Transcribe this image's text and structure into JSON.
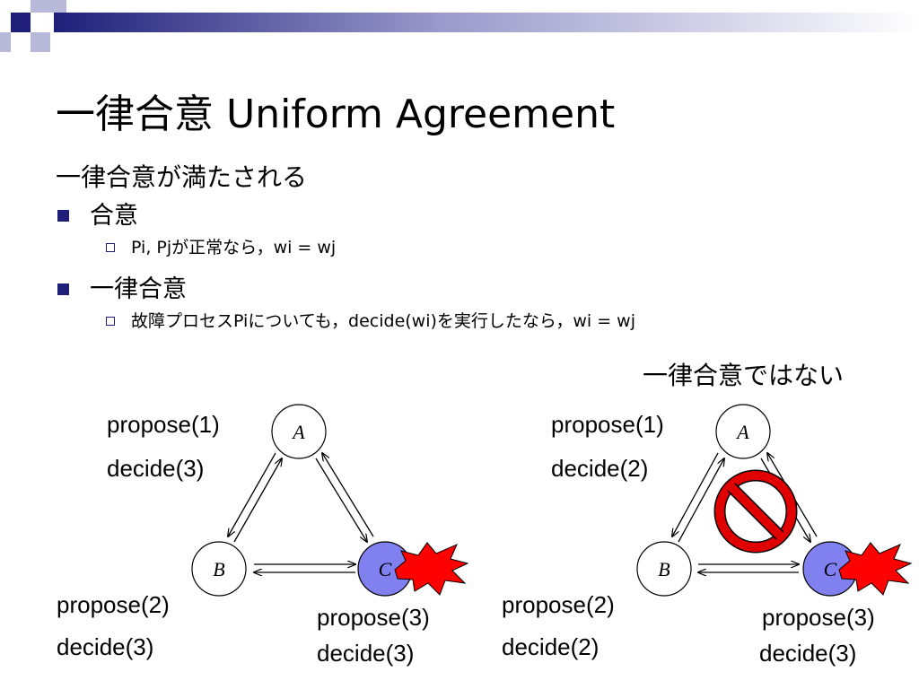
{
  "slide": {
    "title": "一律合意 Uniform Agreement",
    "lead": "一律合意が満たされる",
    "items": [
      {
        "label": "合意",
        "sub": "Pi, Pjが正常なら，wi = wj"
      },
      {
        "label": "一律合意",
        "sub": "故障プロセスPiについても，decide(wi)を実行したなら，wi = wj"
      }
    ]
  },
  "diagrams": {
    "left": {
      "nodes": {
        "a": "A",
        "b": "B",
        "c": "C"
      },
      "a_propose": "propose(1)",
      "a_decide": "decide(3)",
      "b_propose": "propose(2)",
      "b_decide": "decide(3)",
      "c_propose": "propose(3)",
      "c_decide": "decide(3)"
    },
    "right": {
      "caption": "一律合意ではない",
      "nodes": {
        "a": "A",
        "b": "B",
        "c": "C"
      },
      "a_propose": "propose(1)",
      "a_decide": "decide(2)",
      "b_propose": "propose(2)",
      "b_decide": "decide(2)",
      "c_propose": "propose(3)",
      "c_decide": "decide(3)"
    }
  },
  "colors": {
    "deco_navy": "#1f1f7a",
    "deco_light": "#b8b8d8",
    "node_fill": "#8080f0",
    "burst": "#ff0000",
    "prohibit": "#e00000"
  }
}
